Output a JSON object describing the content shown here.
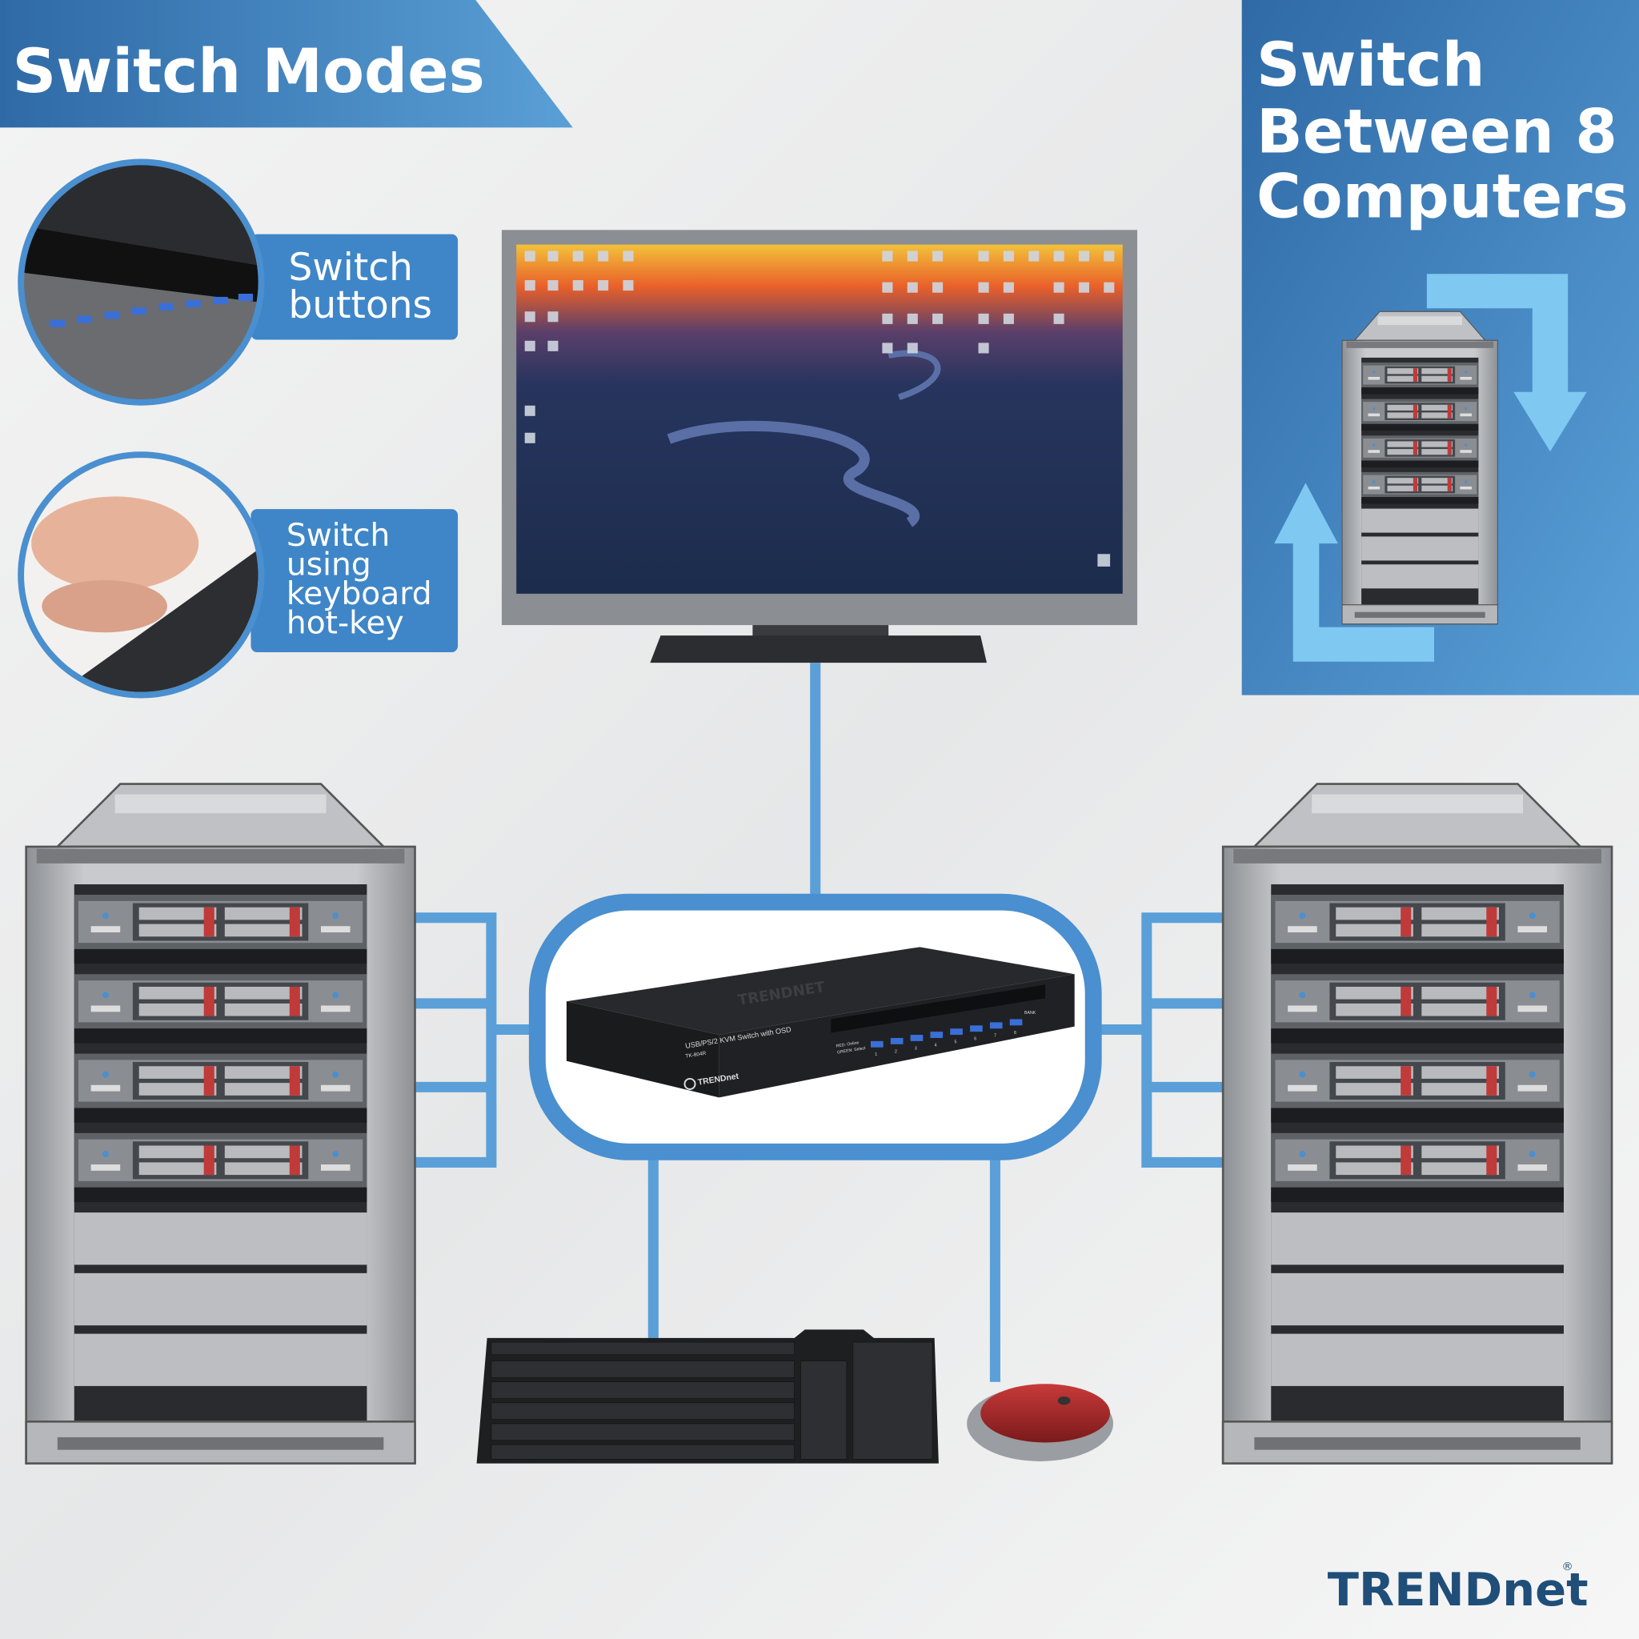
{
  "banner": {
    "title": "Switch Modes"
  },
  "modes": [
    {
      "lines": [
        "Switch",
        "buttons"
      ]
    },
    {
      "lines": [
        "Switch",
        "using",
        "keyboard",
        "hot-key"
      ]
    }
  ],
  "panel": {
    "lines": [
      "Switch",
      "Between 8",
      "Computers"
    ]
  },
  "kvm": {
    "brand_top": "TRENDNET",
    "product": "USB/PS/2 KVM Switch with OSD",
    "model": "TK-804R",
    "brand": "TRENDnet",
    "legend_red": "RED: Online",
    "legend_green": "GREEN: Select",
    "bank": "BANK",
    "ports": [
      "1",
      "2",
      "3",
      "4",
      "5",
      "6",
      "7",
      "8"
    ]
  },
  "logo": {
    "text": "TRENDnet",
    "mark": "®"
  },
  "colors": {
    "accent": "#4a8fcf",
    "dark_blue": "#2f6aa6",
    "logo": "#1f4e79",
    "line": "#5b9fd8"
  }
}
